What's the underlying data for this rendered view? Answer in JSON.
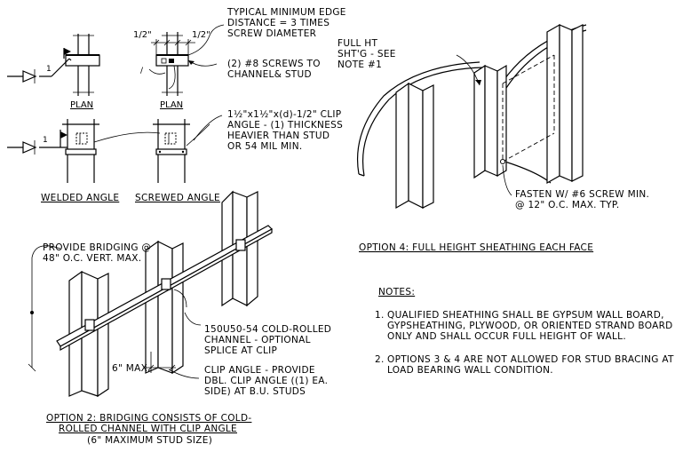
{
  "plan_details": {
    "plan_label_left": "PLAN",
    "plan_label_right": "PLAN",
    "dim_half_left": "1/2\"",
    "dim_half_right": "1/2\"",
    "edge_note": [
      "TYPICAL MINIMUM EDGE",
      "DISTANCE = 3 TIMES",
      "SCREW DIAMETER"
    ],
    "screw_note": [
      "(2) #8 SCREWS TO",
      "CHANNEL& STUD"
    ],
    "clip_note": [
      "1½\"x1½\"x(d)-1/2\" CLIP",
      "ANGLE - (1) THICKNESS",
      "HEAVIER THAN STUD",
      "OR 54 MIL MIN."
    ],
    "section_mark": "1",
    "caption_welded": "WELDED ANGLE",
    "caption_screwed": "SCREWED ANGLE"
  },
  "option2": {
    "bridging_note": [
      "PROVIDE BRIDGING @",
      "48\" O.C. VERT. MAX."
    ],
    "channel_note": [
      "150U50-54 COLD-ROLLED",
      "CHANNEL - OPTIONAL",
      "SPLICE AT CLIP"
    ],
    "six_max": "6\" MAX.",
    "clip_note": [
      "CLIP ANGLE - PROVIDE",
      "DBL. CLIP ANGLE ((1) EA.",
      "SIDE) AT B.U. STUDS"
    ],
    "caption": [
      "OPTION 2: BRIDGING CONSISTS OF COLD-",
      "ROLLED CHANNEL WITH CLIP ANGLE"
    ],
    "subcaption": "(6\" MAXIMUM STUD SIZE)"
  },
  "option4": {
    "sheathing_note": [
      "FULL HT",
      "SHT'G - SEE",
      "NOTE #1"
    ],
    "fasten_note": [
      "FASTEN W/ #6 SCREW MIN.",
      "@ 12\" O.C. MAX. TYP."
    ],
    "caption": "OPTION 4: FULL HEIGHT SHEATHING EACH FACE"
  },
  "notes": {
    "heading": "NOTES:",
    "items": [
      {
        "num": "1.",
        "lines": [
          "QUALIFIED SHEATHING SHALL BE GYPSUM WALL BOARD,",
          "GYPSHEATHING, PLYWOOD, OR ORIENTED STRAND BOARD",
          "ONLY AND SHALL OCCUR FULL HEIGHT OF WALL."
        ]
      },
      {
        "num": "2.",
        "lines": [
          "OPTIONS 3 & 4 ARE NOT ALLOWED FOR STUD BRACING AT",
          "LOAD BEARING WALL CONDITION."
        ]
      }
    ]
  }
}
